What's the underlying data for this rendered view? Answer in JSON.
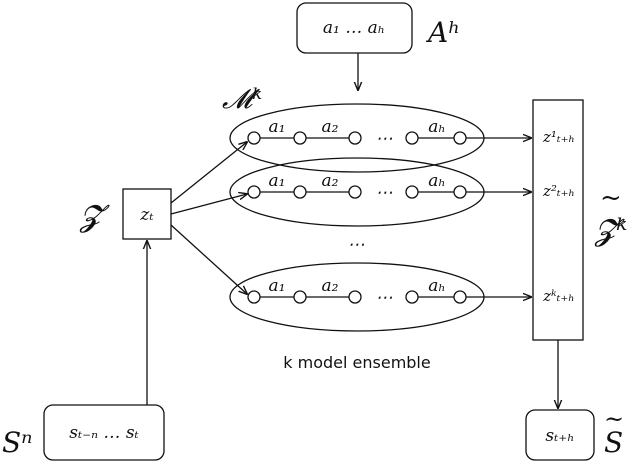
{
  "action_box": {
    "text": "a₁ … aₕ",
    "label": "Aʰ"
  },
  "ensemble": {
    "label": "𝓜ᵏ",
    "caption": "k model ensemble",
    "dots": "⋯"
  },
  "rows": [
    {
      "a1": "a₁",
      "a2": "a₂",
      "dots": "⋯",
      "ah": "aₕ",
      "z": "z¹ₜ₊ₕ"
    },
    {
      "a1": "a₁",
      "a2": "a₂",
      "dots": "⋯",
      "ah": "aₕ",
      "z": "z²ₜ₊ₕ"
    },
    {
      "a1": "a₁",
      "a2": "a₂",
      "dots": "⋯",
      "ah": "aₕ",
      "z": "zᵏₜ₊ₕ"
    }
  ],
  "latent": {
    "text": "zₜ",
    "label": "𝓩"
  },
  "predictions": {
    "label": "𝓩ᵏ",
    "tilde": "~"
  },
  "state_input": {
    "text": "sₜ₋ₙ … sₜ",
    "label": "Sⁿ"
  },
  "state_output": {
    "text": "sₜ₊ₕ",
    "label": "S",
    "tilde": "~"
  }
}
